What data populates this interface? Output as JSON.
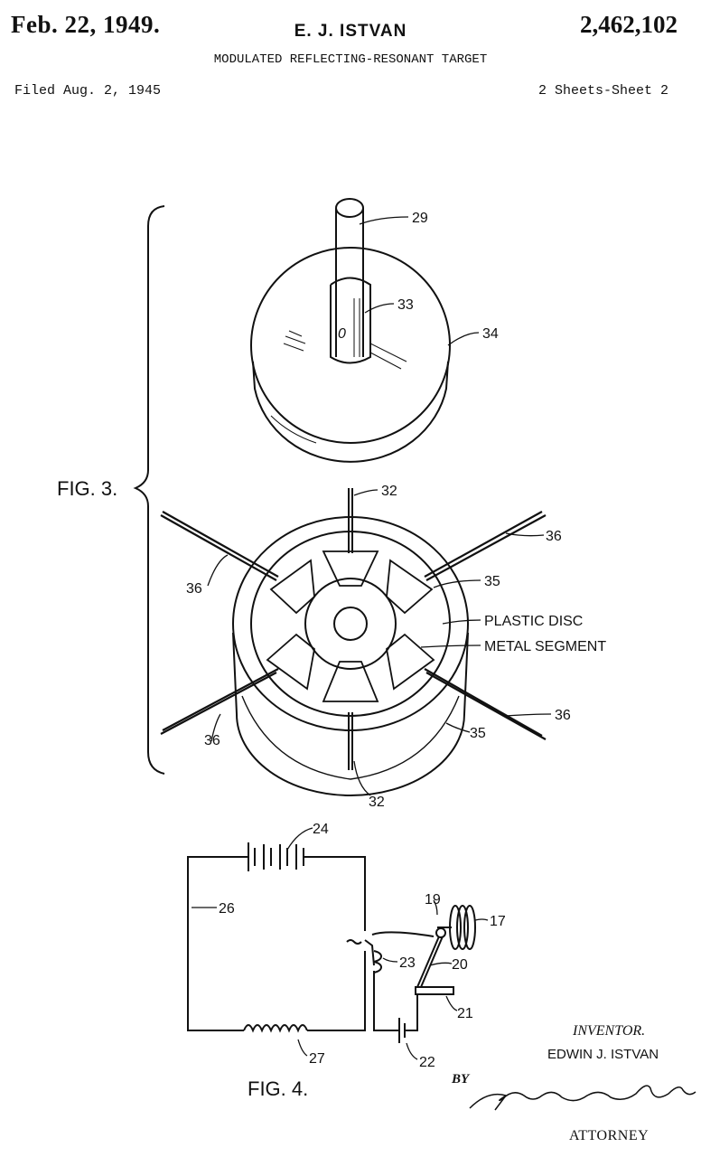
{
  "header": {
    "date": "Feb. 22, 1949.",
    "inventor": "E. J. ISTVAN",
    "patent_number": "2,462,102",
    "title": "MODULATED REFLECTING-RESONANT TARGET",
    "filed": "Filed Aug. 2, 1945",
    "sheets": "2 Sheets-Sheet 2"
  },
  "fig3": {
    "label": "FIG. 3.",
    "refs": {
      "r29": "29",
      "r33": "33",
      "r34": "34",
      "r0": "0",
      "r32a": "32",
      "r36a": "36",
      "r36b": "36",
      "r35a": "35",
      "r36c": "36",
      "r36d": "36",
      "r35b": "35",
      "r32b": "32"
    },
    "plastic_disc": "PLASTIC DISC",
    "metal_segment": "METAL SEGMENT"
  },
  "fig4": {
    "label": "FIG. 4.",
    "refs": {
      "r24": "24",
      "r26": "26",
      "r19": "19",
      "r17": "17",
      "r23": "23",
      "r20": "20",
      "r21": "21",
      "r27": "27",
      "r22": "22"
    }
  },
  "footer": {
    "inventor_heading": "INVENTOR.",
    "inventor_name": "EDWIN J. ISTVAN",
    "by": "BY",
    "attorney": "ATTORNEY"
  }
}
